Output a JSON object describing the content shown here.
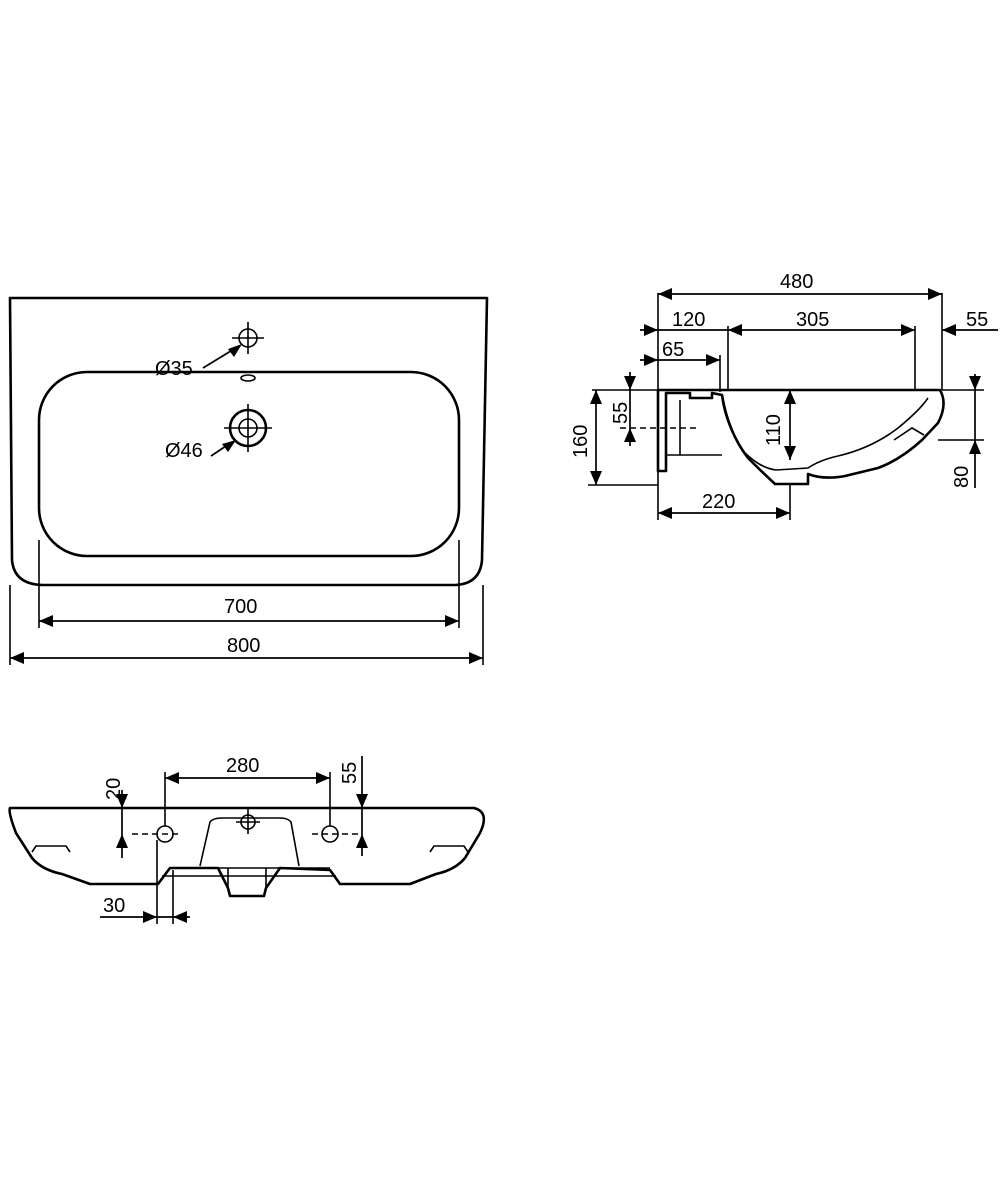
{
  "top_view": {
    "dim_700": "700",
    "dim_800": "800",
    "label_d35": "Ø35",
    "label_d46": "Ø46"
  },
  "side_view": {
    "dim_480": "480",
    "dim_120": "120",
    "dim_305": "305",
    "dim_55_right": "55",
    "dim_65": "65",
    "dim_55_left": "55",
    "dim_160": "160",
    "dim_110": "110",
    "dim_80": "80",
    "dim_220": "220"
  },
  "front_view": {
    "dim_280": "280",
    "dim_20": "20",
    "dim_55": "55",
    "dim_30": "30"
  }
}
